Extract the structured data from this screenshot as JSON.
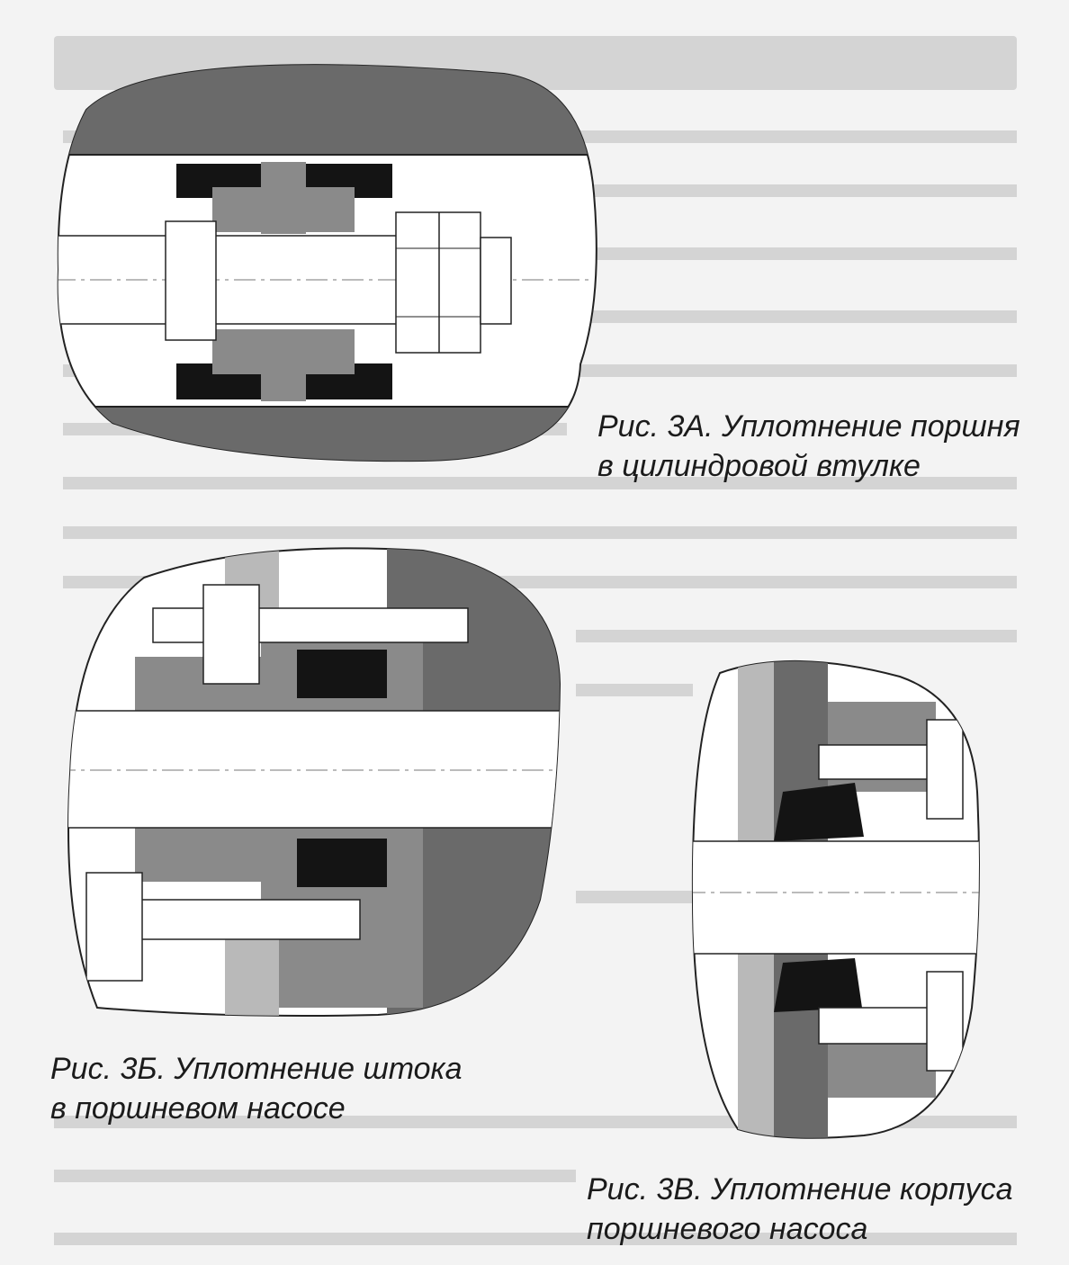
{
  "figures": [
    {
      "id": "3a",
      "caption_line1": "Рис. 3А. Уплотнение поршня",
      "caption_line2": "в цилиндровой втулке"
    },
    {
      "id": "3b",
      "caption_line1": "Рис. 3Б.  Уплотнение штока",
      "caption_line2": "в  поршневом  насосе"
    },
    {
      "id": "3v",
      "caption_line1": "Рис. 3В. Уплотнение  корпуса",
      "caption_line2": "поршневого  насоса"
    }
  ],
  "colors": {
    "paper": "#f3f3f3",
    "housing_dark": "#6a6a6a",
    "part_mid": "#8a8a8a",
    "part_light": "#b9b9b9",
    "seal_black": "#141414",
    "bolt_white": "#ffffff",
    "background_text": "#cfcfcf"
  }
}
